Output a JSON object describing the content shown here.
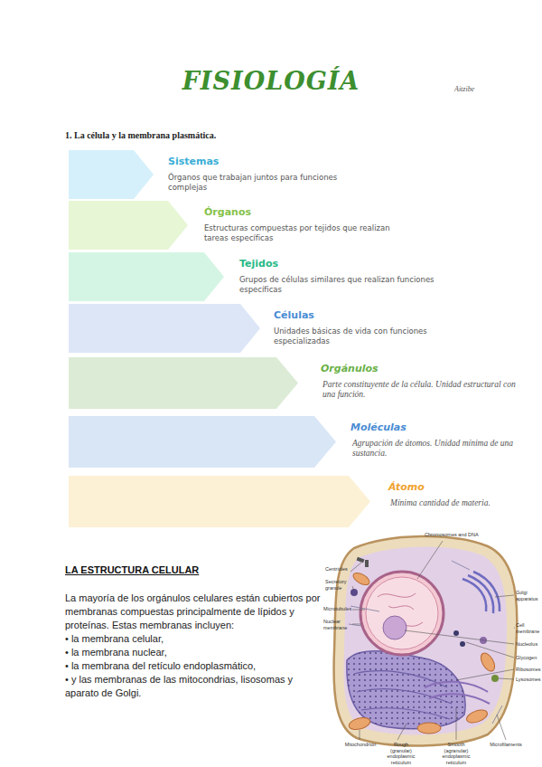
{
  "diagram": {
    "title": "FISIOLOGÍA",
    "nodes": [
      {
        "text": [
          "Sistemas",
          "Órganos que trabajan juntos para funciones complejas"
        ]
      },
      {
        "text": [
          "Órganos",
          "Estructuras compuestas por tejidos que realizan tareas específicas"
        ]
      },
      {
        "text": [
          "Tejidos",
          "Grupos de células similares que realizan funciones específicas"
        ]
      },
      {
        "text": [
          "Células",
          "Unidades básicas de vida con funciones especializadas"
        ]
      },
      {
        "text": [
          "Orgánulos",
          "Parte constituyente de la célula. Unidad estructural con una función."
        ]
      },
      {
        "text": [
          "Moléculas",
          "Agrupación de átomos. Unidad mínima de una sustancia."
        ]
      },
      {
        "text": [
          "Átomo",
          "Mínima cantidad de materia."
        ]
      }
    ],
    "labels": [
      "Aitzibe",
      "1. La célula y la membrana plasmática.",
      "LA ESTRUCTURA CELULAR",
      "La mayoría de los orgánulos celulares están cubiertos por membranas compuestas principalmente de lípidos y proteínas. Estas membranas incluyen:",
      "• la membrana celular,",
      "• la membrana nuclear,",
      "• la membrana del retículo endoplasmático,",
      "• y las membranas de las mitocondrias, lisosomas y aparato de Golgi.",
      "Chromosomes and DNA",
      "Centrioles",
      "Secretory granule",
      "Microtubules",
      "Nuclear membrane",
      "Golgi apparatus",
      "Cell membrane",
      "Nucleolus",
      "Glycogen",
      "Ribosomes",
      "Lysosomes",
      "Mitochondrion",
      "Rough (granular) endoplasmic reticulum",
      "Smooth (agranular) endoplasmic reticulum",
      "Microfilaments"
    ]
  }
}
